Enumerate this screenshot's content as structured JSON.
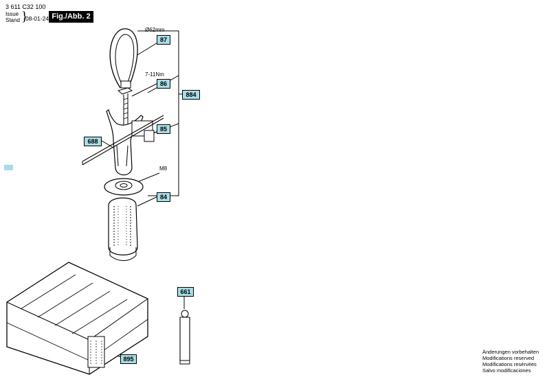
{
  "header": {
    "doc_number": "3 611 C32 100",
    "issue_label": "Issue",
    "stand_label": "Stand",
    "issue_date": "08-01-24",
    "figure_title": "Fig./Abb. 2"
  },
  "parts": {
    "p87": "87",
    "p86": "86",
    "p85": "85",
    "p84": "84",
    "p688": "688",
    "p884": "884",
    "p661": "661",
    "p895": "895"
  },
  "specs": {
    "diameter": "Ø62mm",
    "torque": "7-11Nm",
    "thread": "M8"
  },
  "footer": {
    "line1": "Änderungen vorbehalten",
    "line2": "Modifications reserved",
    "line3": "Modifications resérvées",
    "line4": "Salvo modificaciones"
  }
}
